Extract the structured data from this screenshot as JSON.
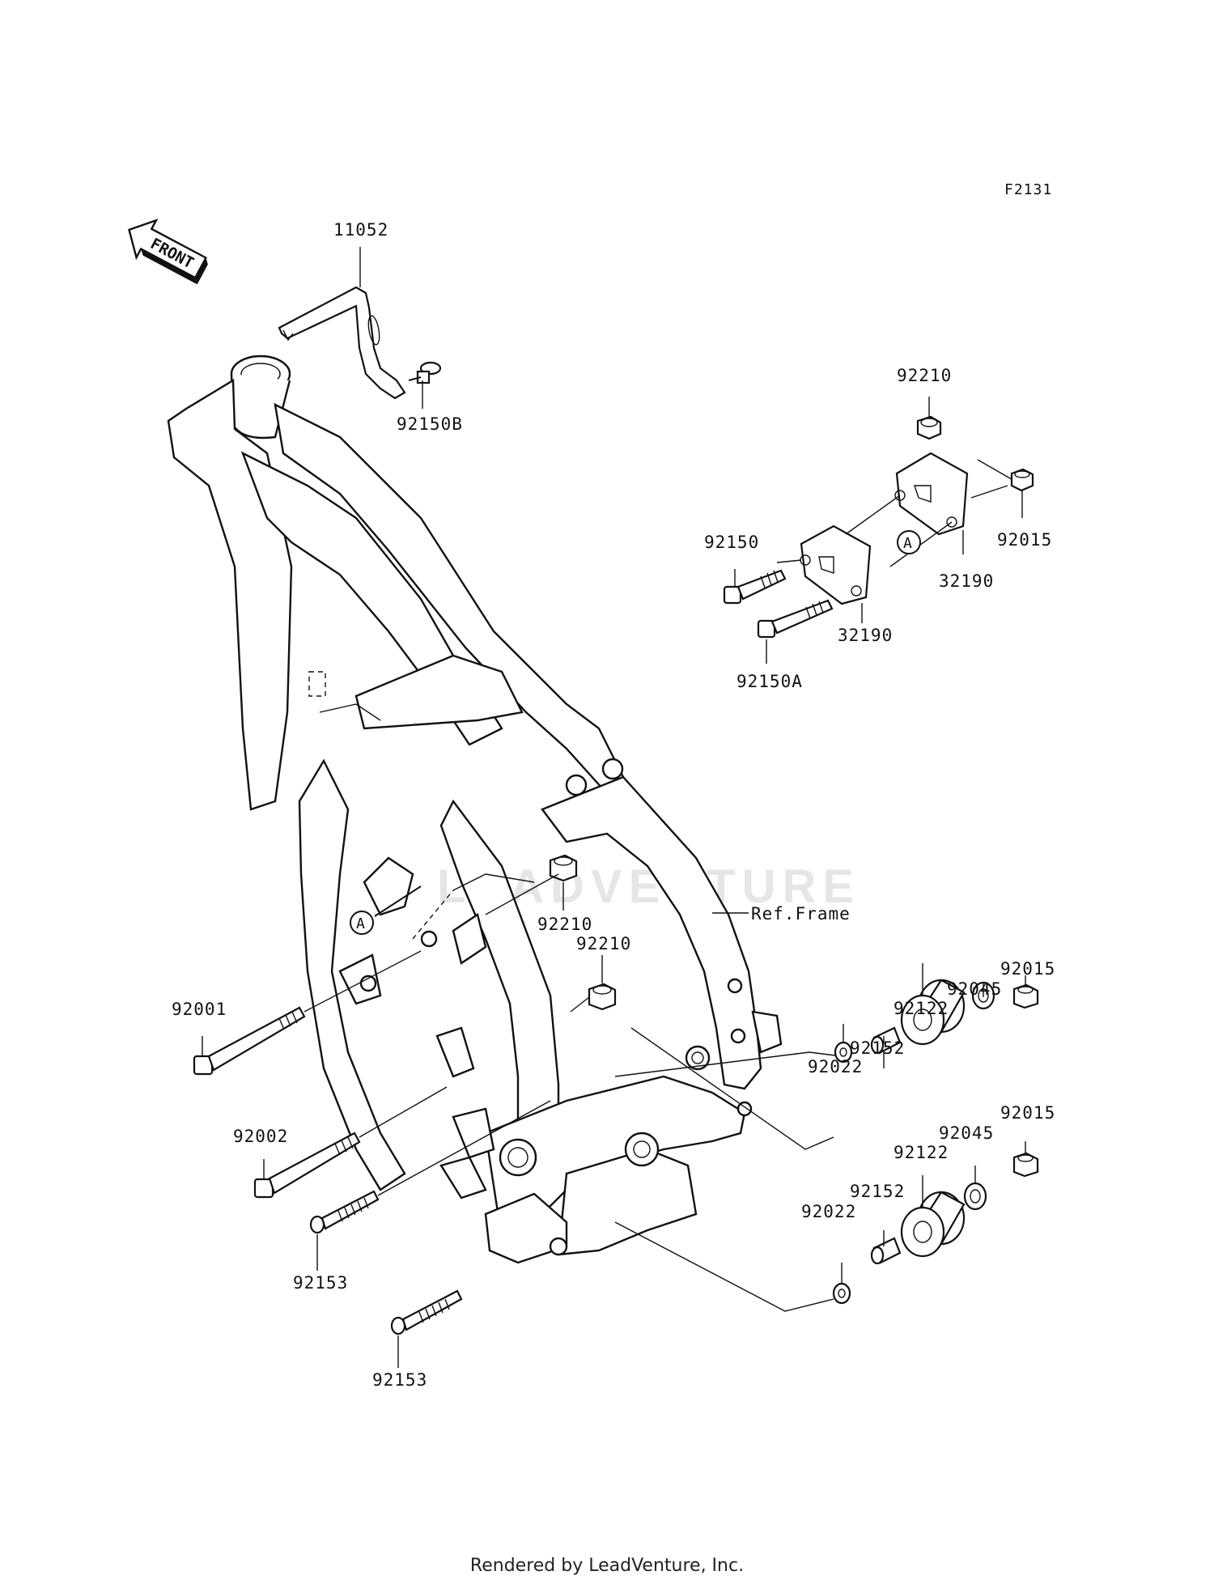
{
  "diagram_code": "F2131",
  "front_label": "FRONT",
  "ref_label": "Ref.Frame",
  "callout_a": "A",
  "watermark": "LEADVENTURE",
  "footer": "Rendered by LeadVenture, Inc.",
  "parts": {
    "p11052": "11052",
    "p92150b": "92150B",
    "p92210_top": "92210",
    "p92015_top": "92015",
    "p92150": "92150",
    "p32190_right": "32190",
    "p32190_left": "32190",
    "p92150a": "92150A",
    "p92210_mid": "92210",
    "p92210_low": "92210",
    "p92001": "92001",
    "p92002": "92002",
    "p92153_upper": "92153",
    "p92153_lower": "92153",
    "p92015_r1": "92015",
    "p92045_r1": "92045",
    "p92122_r1": "92122",
    "p92152_r1": "92152",
    "p92022_r1": "92022",
    "p92015_r2": "92015",
    "p92045_r2": "92045",
    "p92122_r2": "92122",
    "p92152_r2": "92152",
    "p92022_r2": "92022"
  }
}
